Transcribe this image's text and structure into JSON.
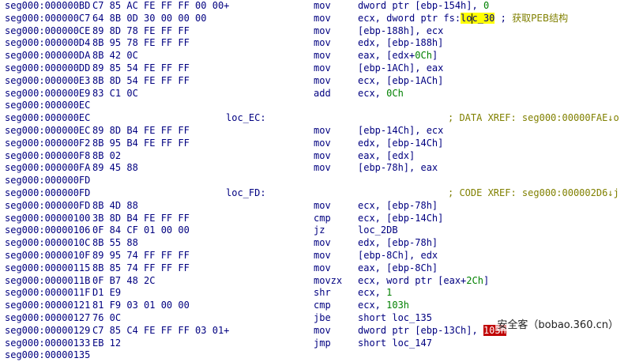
{
  "listing": [
    {
      "addr": "seg000:000000BD",
      "bytes": "C7 85 AC FE FF FF 00 00+",
      "label": "",
      "mnem": "mov",
      "ops": [
        {
          "t": "dword ptr [ebp-154h], "
        },
        {
          "t": "0",
          "s": "num"
        }
      ],
      "xref": ""
    },
    {
      "addr": "seg000:000000C7",
      "bytes": "64 8B 0D 30 00 00 00",
      "label": "",
      "mnem": "mov",
      "ops": [
        {
          "t": "ecx, dword ptr fs:"
        },
        {
          "t": "loc_30",
          "s": "hl"
        },
        {
          "t": " ; "
        },
        {
          "t": "获取PEB结构",
          "s": "cmt"
        }
      ],
      "xref": ""
    },
    {
      "addr": "seg000:000000CE",
      "bytes": "89 8D 78 FE FF FF",
      "label": "",
      "mnem": "mov",
      "ops": [
        {
          "t": "[ebp-188h], ecx"
        }
      ],
      "xref": ""
    },
    {
      "addr": "seg000:000000D4",
      "bytes": "8B 95 78 FE FF FF",
      "label": "",
      "mnem": "mov",
      "ops": [
        {
          "t": "edx, [ebp-188h]"
        }
      ],
      "xref": ""
    },
    {
      "addr": "seg000:000000DA",
      "bytes": "8B 42 0C",
      "label": "",
      "mnem": "mov",
      "ops": [
        {
          "t": "eax, [edx+"
        },
        {
          "t": "0Ch",
          "s": "num"
        },
        {
          "t": "]"
        }
      ],
      "xref": ""
    },
    {
      "addr": "seg000:000000DD",
      "bytes": "89 85 54 FE FF FF",
      "label": "",
      "mnem": "mov",
      "ops": [
        {
          "t": "[ebp-1ACh], eax"
        }
      ],
      "xref": ""
    },
    {
      "addr": "seg000:000000E3",
      "bytes": "8B 8D 54 FE FF FF",
      "label": "",
      "mnem": "mov",
      "ops": [
        {
          "t": "ecx, [ebp-1ACh]"
        }
      ],
      "xref": ""
    },
    {
      "addr": "seg000:000000E9",
      "bytes": "83 C1 0C",
      "label": "",
      "mnem": "add",
      "ops": [
        {
          "t": "ecx, "
        },
        {
          "t": "0Ch",
          "s": "num"
        }
      ],
      "xref": ""
    },
    {
      "addr": "seg000:000000EC",
      "bytes": "",
      "label": "",
      "mnem": "",
      "ops": [],
      "xref": ""
    },
    {
      "addr": "seg000:000000EC",
      "bytes": "",
      "label": "loc_EC:",
      "mnem": "",
      "ops": [],
      "xref": "; DATA XREF: seg000:00000FAE↓o"
    },
    {
      "addr": "seg000:000000EC",
      "bytes": "89 8D B4 FE FF FF",
      "label": "",
      "mnem": "mov",
      "ops": [
        {
          "t": "[ebp-14Ch], ecx"
        }
      ],
      "xref": ""
    },
    {
      "addr": "seg000:000000F2",
      "bytes": "8B 95 B4 FE FF FF",
      "label": "",
      "mnem": "mov",
      "ops": [
        {
          "t": "edx, [ebp-14Ch]"
        }
      ],
      "xref": ""
    },
    {
      "addr": "seg000:000000F8",
      "bytes": "8B 02",
      "label": "",
      "mnem": "mov",
      "ops": [
        {
          "t": "eax, [edx]"
        }
      ],
      "xref": ""
    },
    {
      "addr": "seg000:000000FA",
      "bytes": "89 45 88",
      "label": "",
      "mnem": "mov",
      "ops": [
        {
          "t": "[ebp-78h], eax"
        }
      ],
      "xref": ""
    },
    {
      "addr": "seg000:000000FD",
      "bytes": "",
      "label": "",
      "mnem": "",
      "ops": [],
      "xref": ""
    },
    {
      "addr": "seg000:000000FD",
      "bytes": "",
      "label": "loc_FD:",
      "mnem": "",
      "ops": [],
      "xref": "; CODE XREF: seg000:000002D6↓j"
    },
    {
      "addr": "seg000:000000FD",
      "bytes": "8B 4D 88",
      "label": "",
      "mnem": "mov",
      "ops": [
        {
          "t": "ecx, [ebp-78h]"
        }
      ],
      "xref": ""
    },
    {
      "addr": "seg000:00000100",
      "bytes": "3B 8D B4 FE FF FF",
      "label": "",
      "mnem": "cmp",
      "ops": [
        {
          "t": "ecx, [ebp-14Ch]"
        }
      ],
      "xref": ""
    },
    {
      "addr": "seg000:00000106",
      "bytes": "0F 84 CF 01 00 00",
      "label": "",
      "mnem": "jz",
      "ops": [
        {
          "t": "loc_2DB"
        }
      ],
      "xref": ""
    },
    {
      "addr": "seg000:0000010C",
      "bytes": "8B 55 88",
      "label": "",
      "mnem": "mov",
      "ops": [
        {
          "t": "edx, [ebp-78h]"
        }
      ],
      "xref": ""
    },
    {
      "addr": "seg000:0000010F",
      "bytes": "89 95 74 FF FF FF",
      "label": "",
      "mnem": "mov",
      "ops": [
        {
          "t": "[ebp-8Ch], edx"
        }
      ],
      "xref": ""
    },
    {
      "addr": "seg000:00000115",
      "bytes": "8B 85 74 FF FF FF",
      "label": "",
      "mnem": "mov",
      "ops": [
        {
          "t": "eax, [ebp-8Ch]"
        }
      ],
      "xref": ""
    },
    {
      "addr": "seg000:0000011B",
      "bytes": "0F B7 48 2C",
      "label": "",
      "mnem": "movzx",
      "ops": [
        {
          "t": "ecx, word ptr [eax+"
        },
        {
          "t": "2Ch",
          "s": "num"
        },
        {
          "t": "]"
        }
      ],
      "xref": ""
    },
    {
      "addr": "seg000:0000011F",
      "bytes": "D1 E9",
      "label": "",
      "mnem": "shr",
      "ops": [
        {
          "t": "ecx, "
        },
        {
          "t": "1",
          "s": "num"
        }
      ],
      "xref": ""
    },
    {
      "addr": "seg000:00000121",
      "bytes": "81 F9 03 01 00 00",
      "label": "",
      "mnem": "cmp",
      "ops": [
        {
          "t": "ecx, "
        },
        {
          "t": "103h",
          "s": "num"
        }
      ],
      "xref": ""
    },
    {
      "addr": "seg000:00000127",
      "bytes": "76 0C",
      "label": "",
      "mnem": "jbe",
      "ops": [
        {
          "t": "short loc_135"
        }
      ],
      "xref": ""
    },
    {
      "addr": "seg000:00000129",
      "bytes": "C7 85 C4 FE FF FF 03 01+",
      "label": "",
      "mnem": "mov",
      "ops": [
        {
          "t": "dword ptr [ebp-13Ch], "
        },
        {
          "t": "103h",
          "s": "red"
        }
      ],
      "xref": ""
    },
    {
      "addr": "seg000:00000133",
      "bytes": "EB 12",
      "label": "",
      "mnem": "jmp",
      "ops": [
        {
          "t": "short loc_147"
        }
      ],
      "xref": ""
    },
    {
      "addr": "seg000:00000135",
      "bytes": "",
      "label": "",
      "mnem": "",
      "ops": [],
      "xref": ""
    }
  ],
  "watermark": "安全客（bobao.360.cn）",
  "colors": {
    "address": "#000080",
    "number": "#008000",
    "comment": "#808000",
    "highlight": "#ffff00",
    "highlight_red": "#c00000"
  }
}
